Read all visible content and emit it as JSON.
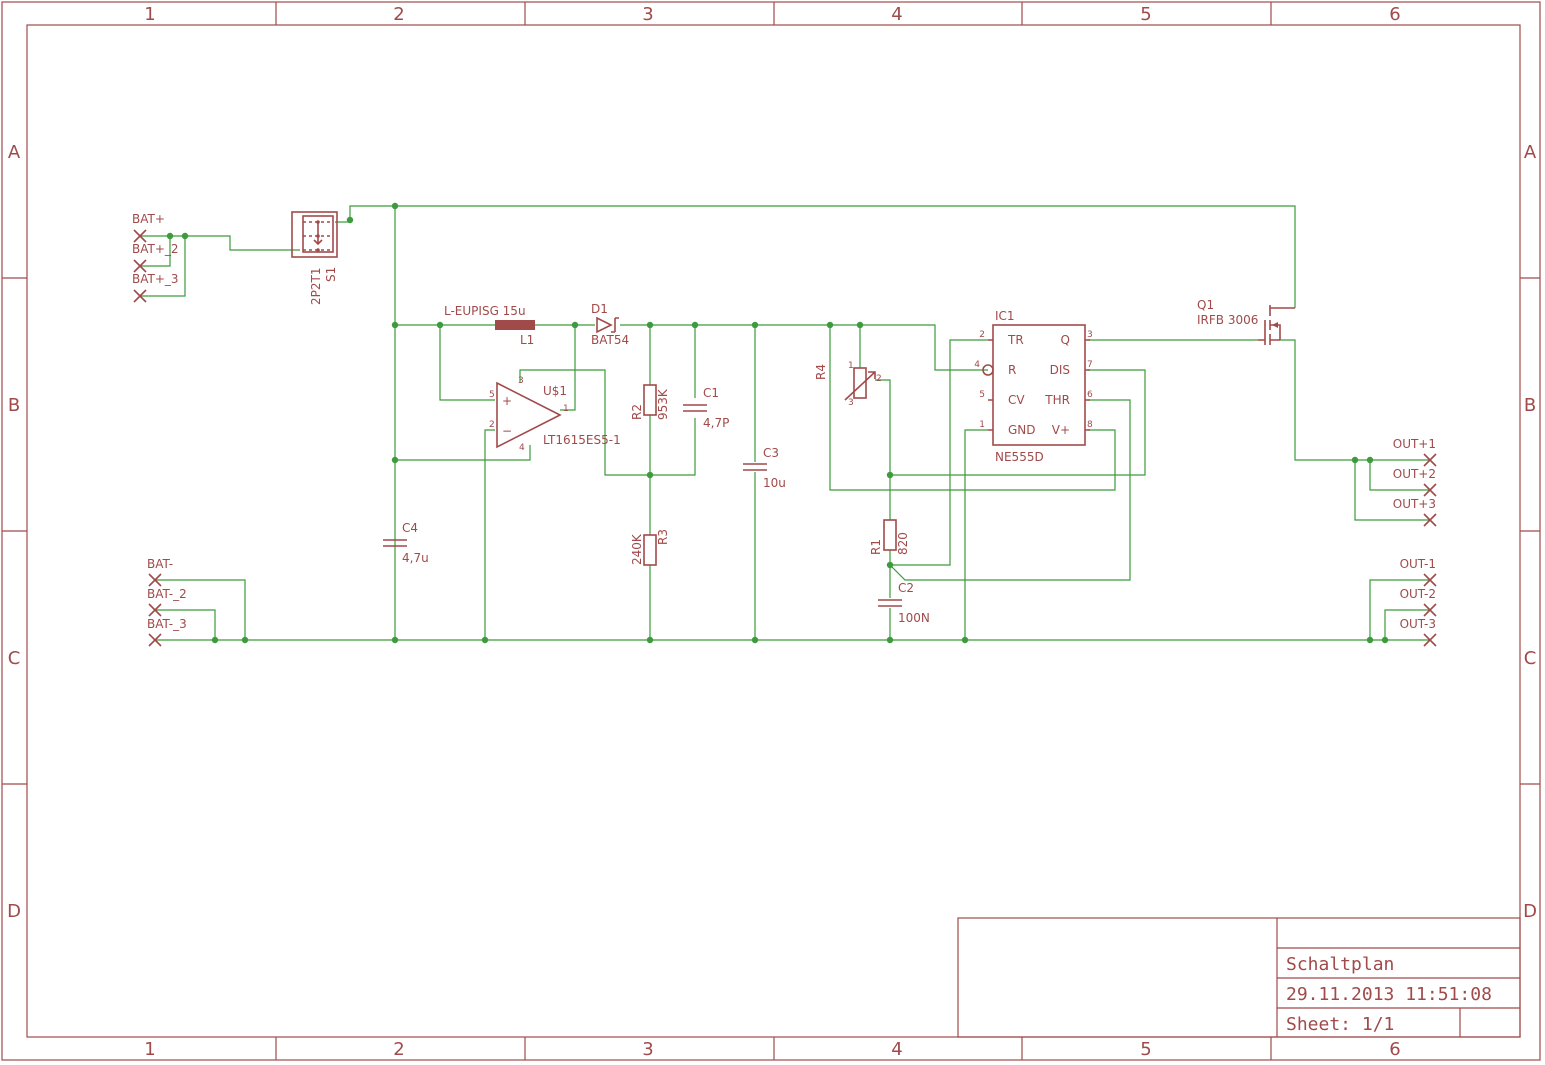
{
  "colors": {
    "symbol": "#a14a4a",
    "net": "#3c9b3c",
    "background": "#ffffff"
  },
  "frame": {
    "columns": [
      "1",
      "2",
      "3",
      "4",
      "5",
      "6"
    ],
    "rows": [
      "A",
      "B",
      "C",
      "D"
    ]
  },
  "title_block": {
    "title": "Schaltplan",
    "datetime": "29.11.2013 11:51:08",
    "sheet": "Sheet: 1/1"
  },
  "connectors": {
    "bat_plus": [
      "BAT+",
      "BAT+_2",
      "BAT+_3"
    ],
    "bat_minus": [
      "BAT-",
      "BAT-_2",
      "BAT-_3"
    ],
    "out_plus": [
      "OUT+1",
      "OUT+2",
      "OUT+3"
    ],
    "out_minus": [
      "OUT-1",
      "OUT-2",
      "OUT-3"
    ]
  },
  "components": {
    "s1": {
      "name": "S1",
      "value": "2P2T1"
    },
    "l1": {
      "name": "L1",
      "value": "L-EUPISG 15u"
    },
    "d1": {
      "name": "D1",
      "value": "BAT54"
    },
    "us1": {
      "name": "U$1",
      "value": "LT1615ES5-1",
      "pins": [
        "5",
        "3",
        "1",
        "2",
        "4"
      ]
    },
    "r2": {
      "name": "R2",
      "value": "953K"
    },
    "r3": {
      "name": "R3",
      "value": "240K"
    },
    "c1": {
      "name": "C1",
      "value": "4,7P"
    },
    "c3": {
      "name": "C3",
      "value": "10u"
    },
    "c4": {
      "name": "C4",
      "value": "4,7u"
    },
    "r4": {
      "name": "R4",
      "pins": [
        "1",
        "2",
        "3"
      ]
    },
    "r1": {
      "name": "R1",
      "value": "820"
    },
    "c2": {
      "name": "C2",
      "value": "100N"
    },
    "ic1": {
      "name": "IC1",
      "value": "NE555D",
      "left_pins": [
        {
          "num": "2",
          "label": "TR"
        },
        {
          "num": "4",
          "label": "R"
        },
        {
          "num": "5",
          "label": "CV"
        },
        {
          "num": "1",
          "label": "GND"
        }
      ],
      "right_pins": [
        {
          "num": "3",
          "label": "Q"
        },
        {
          "num": "7",
          "label": "DIS"
        },
        {
          "num": "6",
          "label": "THR"
        },
        {
          "num": "8",
          "label": "V+"
        }
      ]
    },
    "q1": {
      "name": "Q1",
      "value": "IRFB 3006"
    }
  }
}
